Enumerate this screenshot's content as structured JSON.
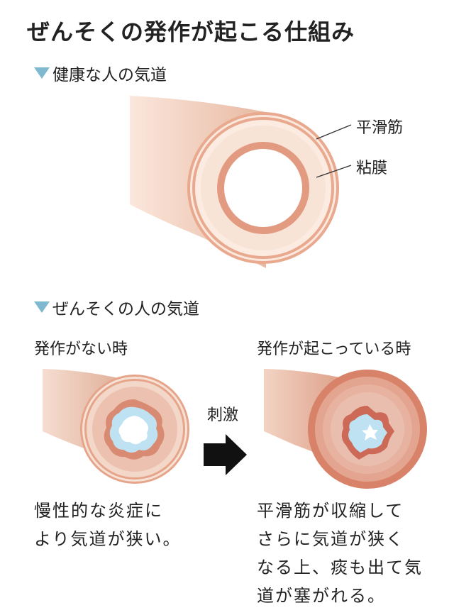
{
  "title": "ぜんそくの発作が起こる仕組み",
  "sections": {
    "healthy": "健康な人の気道",
    "asthma": "ぜんそくの人の気道"
  },
  "labels": {
    "smooth_muscle": "平滑筋",
    "mucosa": "粘膜"
  },
  "subtitles": {
    "no_attack": "発作がない時",
    "attack": "発作が起こっている時"
  },
  "stimulus": "刺激",
  "descriptions": {
    "no_attack": "慢性的な炎症に\nより気道が狭い。",
    "attack": "平滑筋が収縮して\nさらに気道が狭く\nなる上、痰も出て気\n道が塞がれる。"
  }
}
